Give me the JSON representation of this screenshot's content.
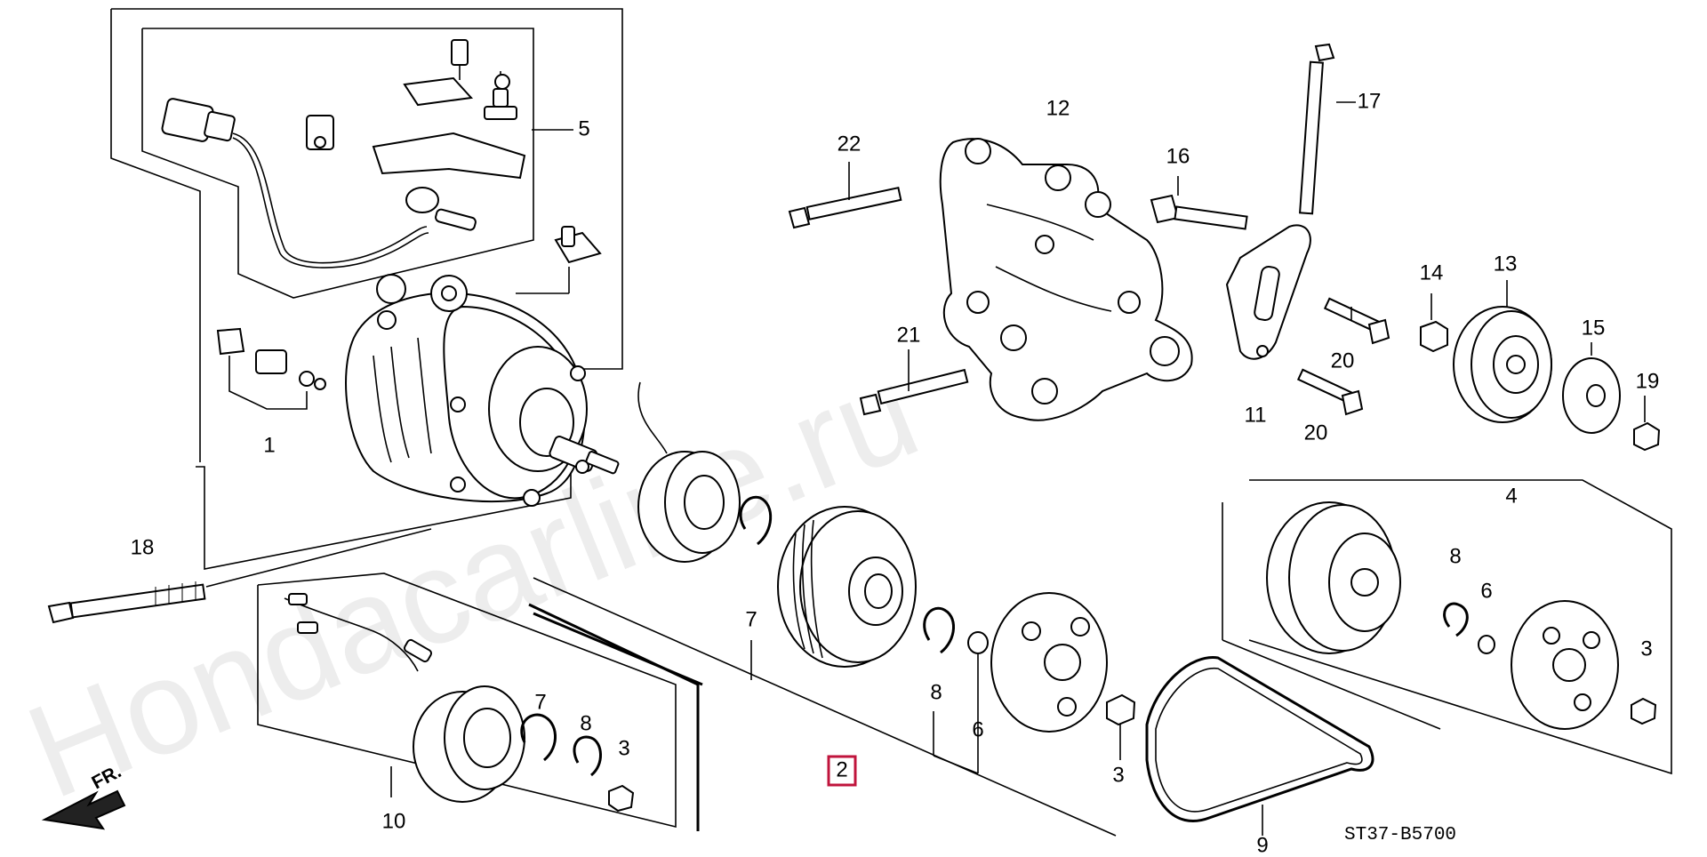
{
  "diagram": {
    "code": "ST37-B5700",
    "direction_label": "FR.",
    "watermark": "Hondacarline.ru",
    "highlight_color": "#c0143c",
    "callouts": [
      {
        "id": "1",
        "text": "1"
      },
      {
        "id": "2",
        "text": "2",
        "highlighted": true
      },
      {
        "id": "3a",
        "text": "3"
      },
      {
        "id": "3b",
        "text": "3"
      },
      {
        "id": "3c",
        "text": "3"
      },
      {
        "id": "4",
        "text": "4"
      },
      {
        "id": "5",
        "text": "5"
      },
      {
        "id": "6a",
        "text": "6"
      },
      {
        "id": "6b",
        "text": "6"
      },
      {
        "id": "7a",
        "text": "7"
      },
      {
        "id": "7b",
        "text": "7"
      },
      {
        "id": "8a",
        "text": "8"
      },
      {
        "id": "8b",
        "text": "8"
      },
      {
        "id": "8c",
        "text": "8"
      },
      {
        "id": "9",
        "text": "9"
      },
      {
        "id": "10",
        "text": "10"
      },
      {
        "id": "11",
        "text": "11"
      },
      {
        "id": "12",
        "text": "12"
      },
      {
        "id": "13",
        "text": "13"
      },
      {
        "id": "14",
        "text": "14"
      },
      {
        "id": "15",
        "text": "15"
      },
      {
        "id": "16",
        "text": "16"
      },
      {
        "id": "17",
        "text": "17"
      },
      {
        "id": "18",
        "text": "18"
      },
      {
        "id": "19",
        "text": "19"
      },
      {
        "id": "20a",
        "text": "20"
      },
      {
        "id": "20b",
        "text": "20"
      },
      {
        "id": "21",
        "text": "21"
      },
      {
        "id": "22",
        "text": "22"
      }
    ]
  }
}
